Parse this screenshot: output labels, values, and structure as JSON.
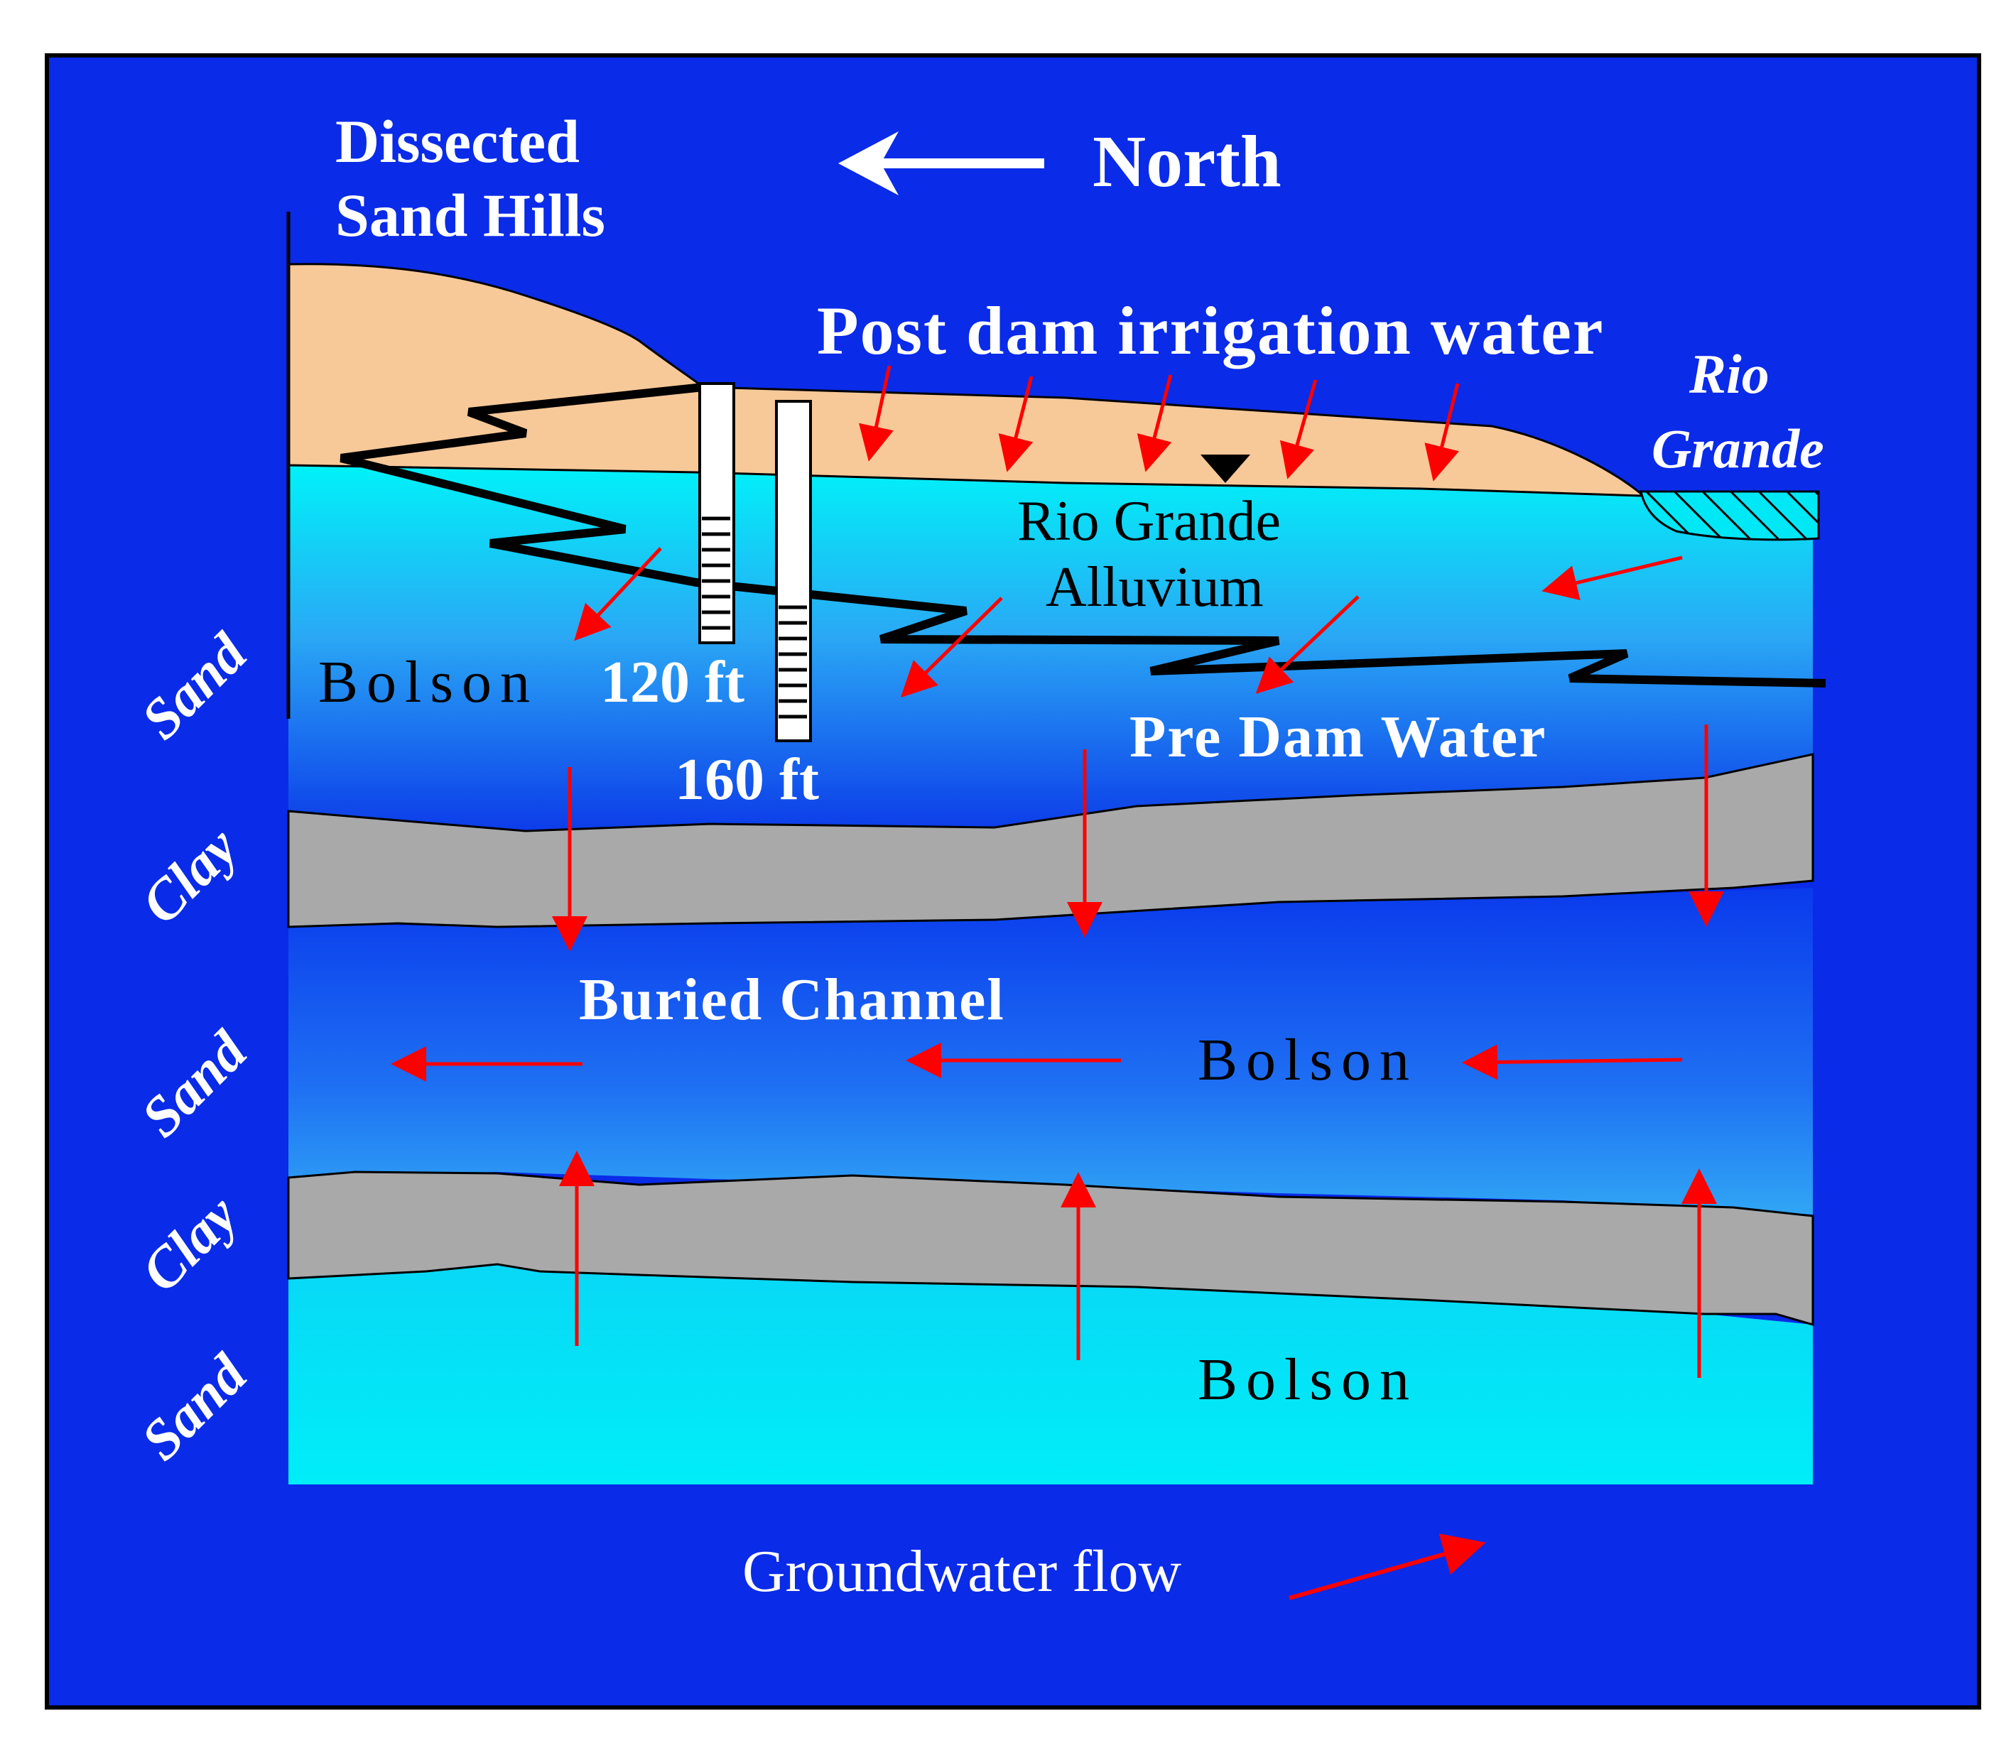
{
  "title": {
    "line1": "Dissected",
    "line2": "Sand Hills"
  },
  "compass": {
    "label": "North",
    "arrow_icon": "left-arrow-icon"
  },
  "labels": {
    "post_dam": "Post dam irrigation water",
    "rio_grande_river_line1": "Rio",
    "rio_grande_river_line2": "Grande",
    "alluvium_line1": "Rio Grande",
    "alluvium_line2": "Alluvium",
    "bolson_upper": "Bolson",
    "well_120": "120 ft",
    "well_160": "160 ft",
    "pre_dam": "Pre Dam Water",
    "buried_channel": "Buried Channel",
    "bolson_middle": "Bolson",
    "bolson_lower": "Bolson"
  },
  "strata": {
    "sand_1": "Sand",
    "clay_1": "Clay",
    "sand_2": "Sand",
    "clay_2": "Clay",
    "sand_3": "Sand"
  },
  "legend": {
    "label": "Groundwater flow",
    "arrow_icon": "red-arrow-icon"
  },
  "colors": {
    "background_blue": "#0a2be8",
    "sand_hills": "#f7c898",
    "alluvium_top": "#00f0f8",
    "bolson_mid": "#1a55f5",
    "clay": "#a9a9a9",
    "bottom_sand": "#00e6f6",
    "flow_arrow": "#ff0000",
    "text_white": "#ffffff",
    "text_black": "#000000"
  }
}
